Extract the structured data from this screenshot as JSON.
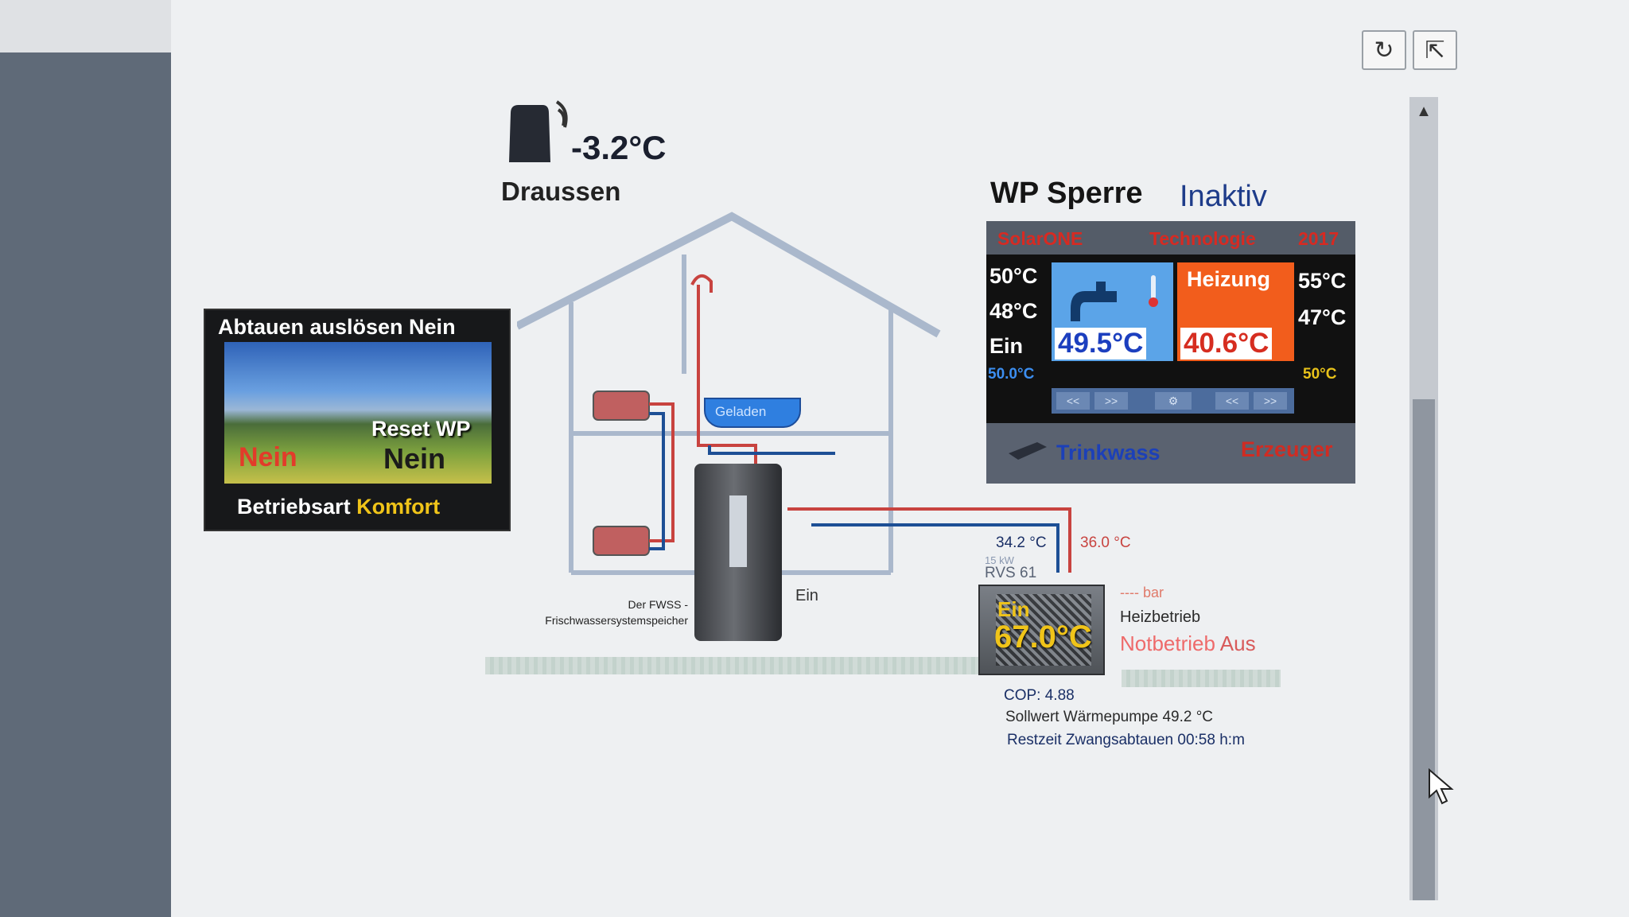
{
  "toolbar": {
    "refresh_icon": "↻",
    "share_icon": "⇱"
  },
  "outdoor": {
    "temperature": "-3.2°C",
    "label": "Draussen"
  },
  "defrost_panel": {
    "title": "Abtauen auslösen Nein",
    "reset_label": "Reset WP",
    "reset_value_left": "Nein",
    "reset_value_right": "Nein",
    "mode_label": "Betriebsart",
    "mode_value": "Komfort"
  },
  "wp_sperre": {
    "label": "WP Sperre",
    "status": "Inaktiv"
  },
  "solar_panel": {
    "header_left": "SolarONE",
    "header_mid": "Technologie",
    "header_right": "2017",
    "left_top": "50°C",
    "left_mid": "48°C",
    "left_ein": "Ein",
    "left_set": "50.0°C",
    "right_top": "55°C",
    "right_mid": "47°C",
    "right_set": "50°C",
    "heating_label": "Heizung",
    "water_temp": "49.5°C",
    "heating_temp": "40.6°C",
    "btn_prev": "<<",
    "btn_next": ">>",
    "btn_gear": "⚙",
    "btn_prev2": "<<",
    "btn_next2": ">>",
    "footer_left": "Trinkwass",
    "footer_right": "Erzeuger"
  },
  "storage": {
    "caption_line1": "Der FWSS -",
    "caption_line2": "Frischwassersystemspeicher",
    "status": "Ein",
    "tank_label": "Geladen"
  },
  "heatpump": {
    "flow_temp": "34.2 °C",
    "return_temp": "36.0 °C",
    "power": "15 kW",
    "model": "RVS 61",
    "status": "Ein",
    "unit_temp": "67.0°C",
    "pressure": "---- bar",
    "mode": "Heizbetrieb",
    "emergency_label": "Notbetrieb",
    "emergency_value": "Aus",
    "cop": "COP: 4.88",
    "setpoint": "Sollwert Wärmepumpe 49.2 °C",
    "defrost_time": "Restzeit Zwangsabtauen 00:58 h:m"
  },
  "colors": {
    "hot_pipe": "#c8433f",
    "cold_pipe": "#1d4f95",
    "house_line": "#aab8cc",
    "heating_accent": "#f25d1c",
    "water_accent": "#5ba4e8"
  }
}
